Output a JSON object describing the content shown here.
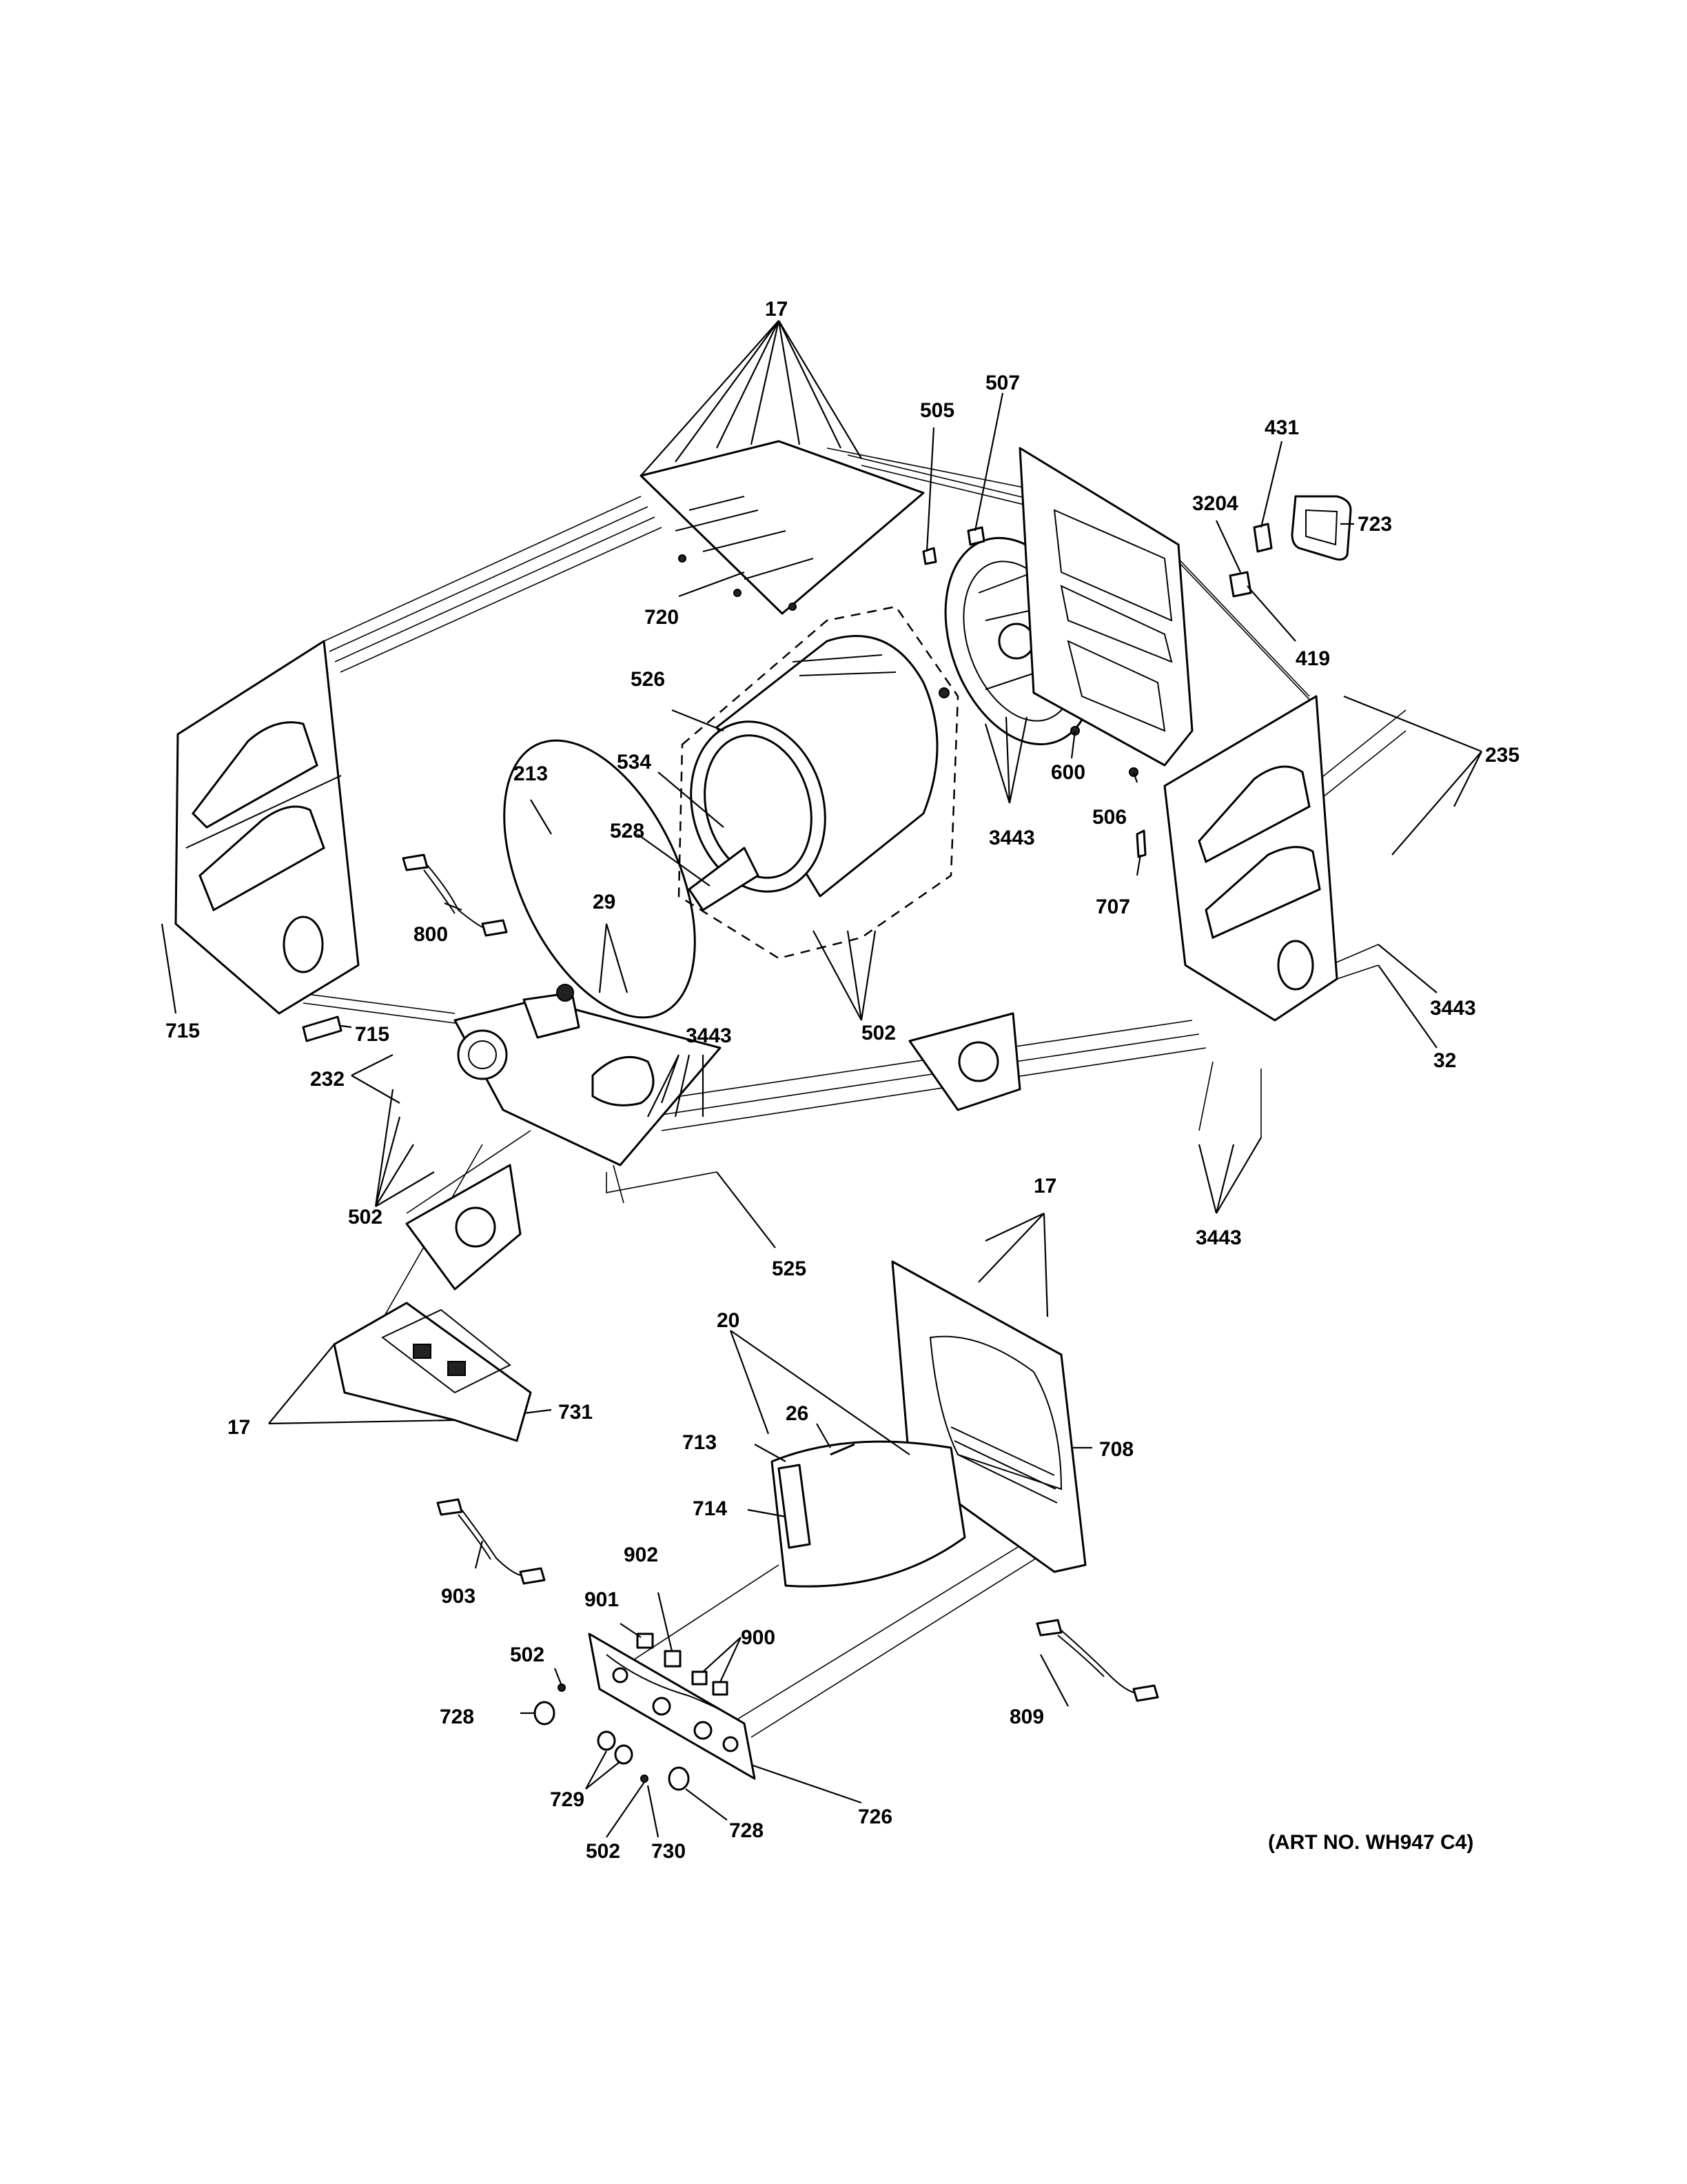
{
  "art_number": "(ART NO. WH947 C4)",
  "callouts": {
    "c17_top": "17",
    "c505": "505",
    "c507": "507",
    "c431": "431",
    "c3204": "3204",
    "c723": "723",
    "c419": "419",
    "c720": "720",
    "c526": "526",
    "c534": "534",
    "c528": "528",
    "c213": "213",
    "c29": "29",
    "c600": "600",
    "c506": "506",
    "c707": "707",
    "c3443_drum": "3443",
    "c235": "235",
    "c800": "800",
    "c715_left": "715",
    "c715_bracket": "715",
    "c3443_base": "3443",
    "c502_drum": "502",
    "c3443_right": "3443",
    "c32": "32",
    "c232": "232",
    "c502_left": "502",
    "c525": "525",
    "c3443_bottom": "3443",
    "c17_front": "17",
    "c20": "20",
    "c26": "26",
    "c713": "713",
    "c708": "708",
    "c714": "714",
    "c17_bottom": "17",
    "c731": "731",
    "c903": "903",
    "c902": "902",
    "c901": "901",
    "c900": "900",
    "c502_panel": "502",
    "c728_left": "728",
    "c809": "809",
    "c729": "729",
    "c726": "726",
    "c728_right": "728",
    "c502_bottom": "502",
    "c730": "730"
  }
}
